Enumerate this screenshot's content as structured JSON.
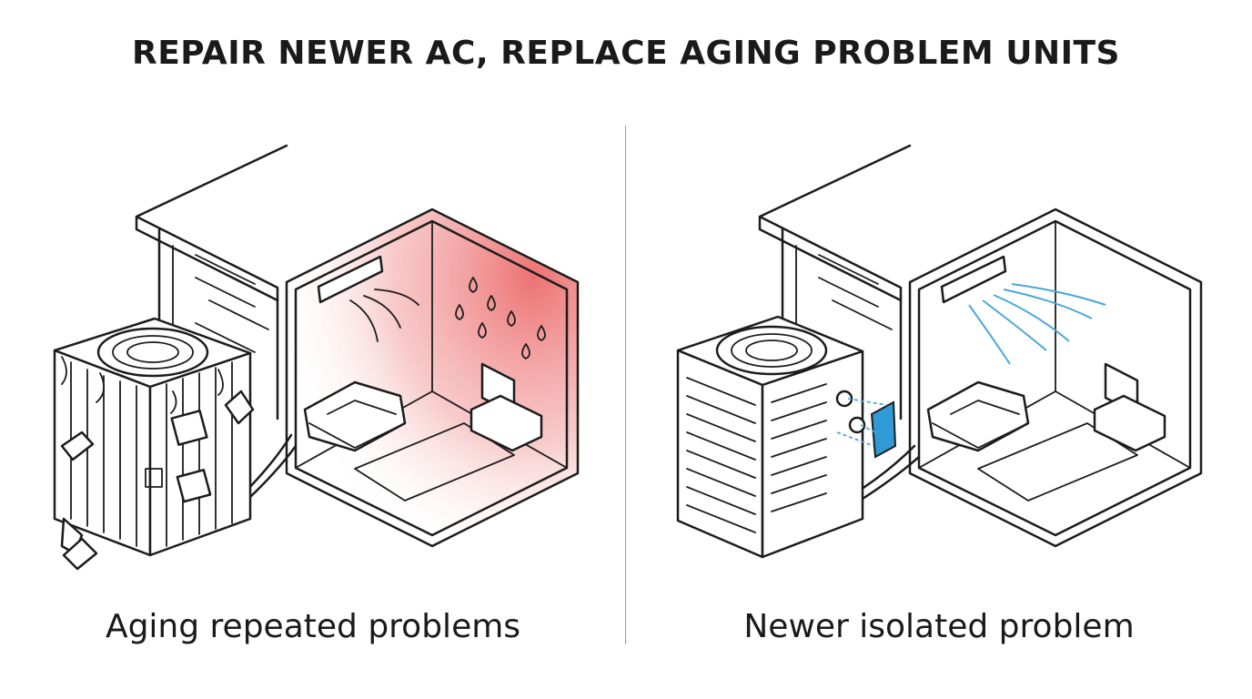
{
  "title": "REPAIR NEWER AC, REPLACE AGING PROBLEM UNITS",
  "left_panel": {
    "caption": "Aging repeated problems",
    "heat_color": "#ec6a6a"
  },
  "right_panel": {
    "caption": "Newer isolated problem",
    "airflow_color": "#4aa8d8",
    "part_color": "#2f9ad6"
  }
}
